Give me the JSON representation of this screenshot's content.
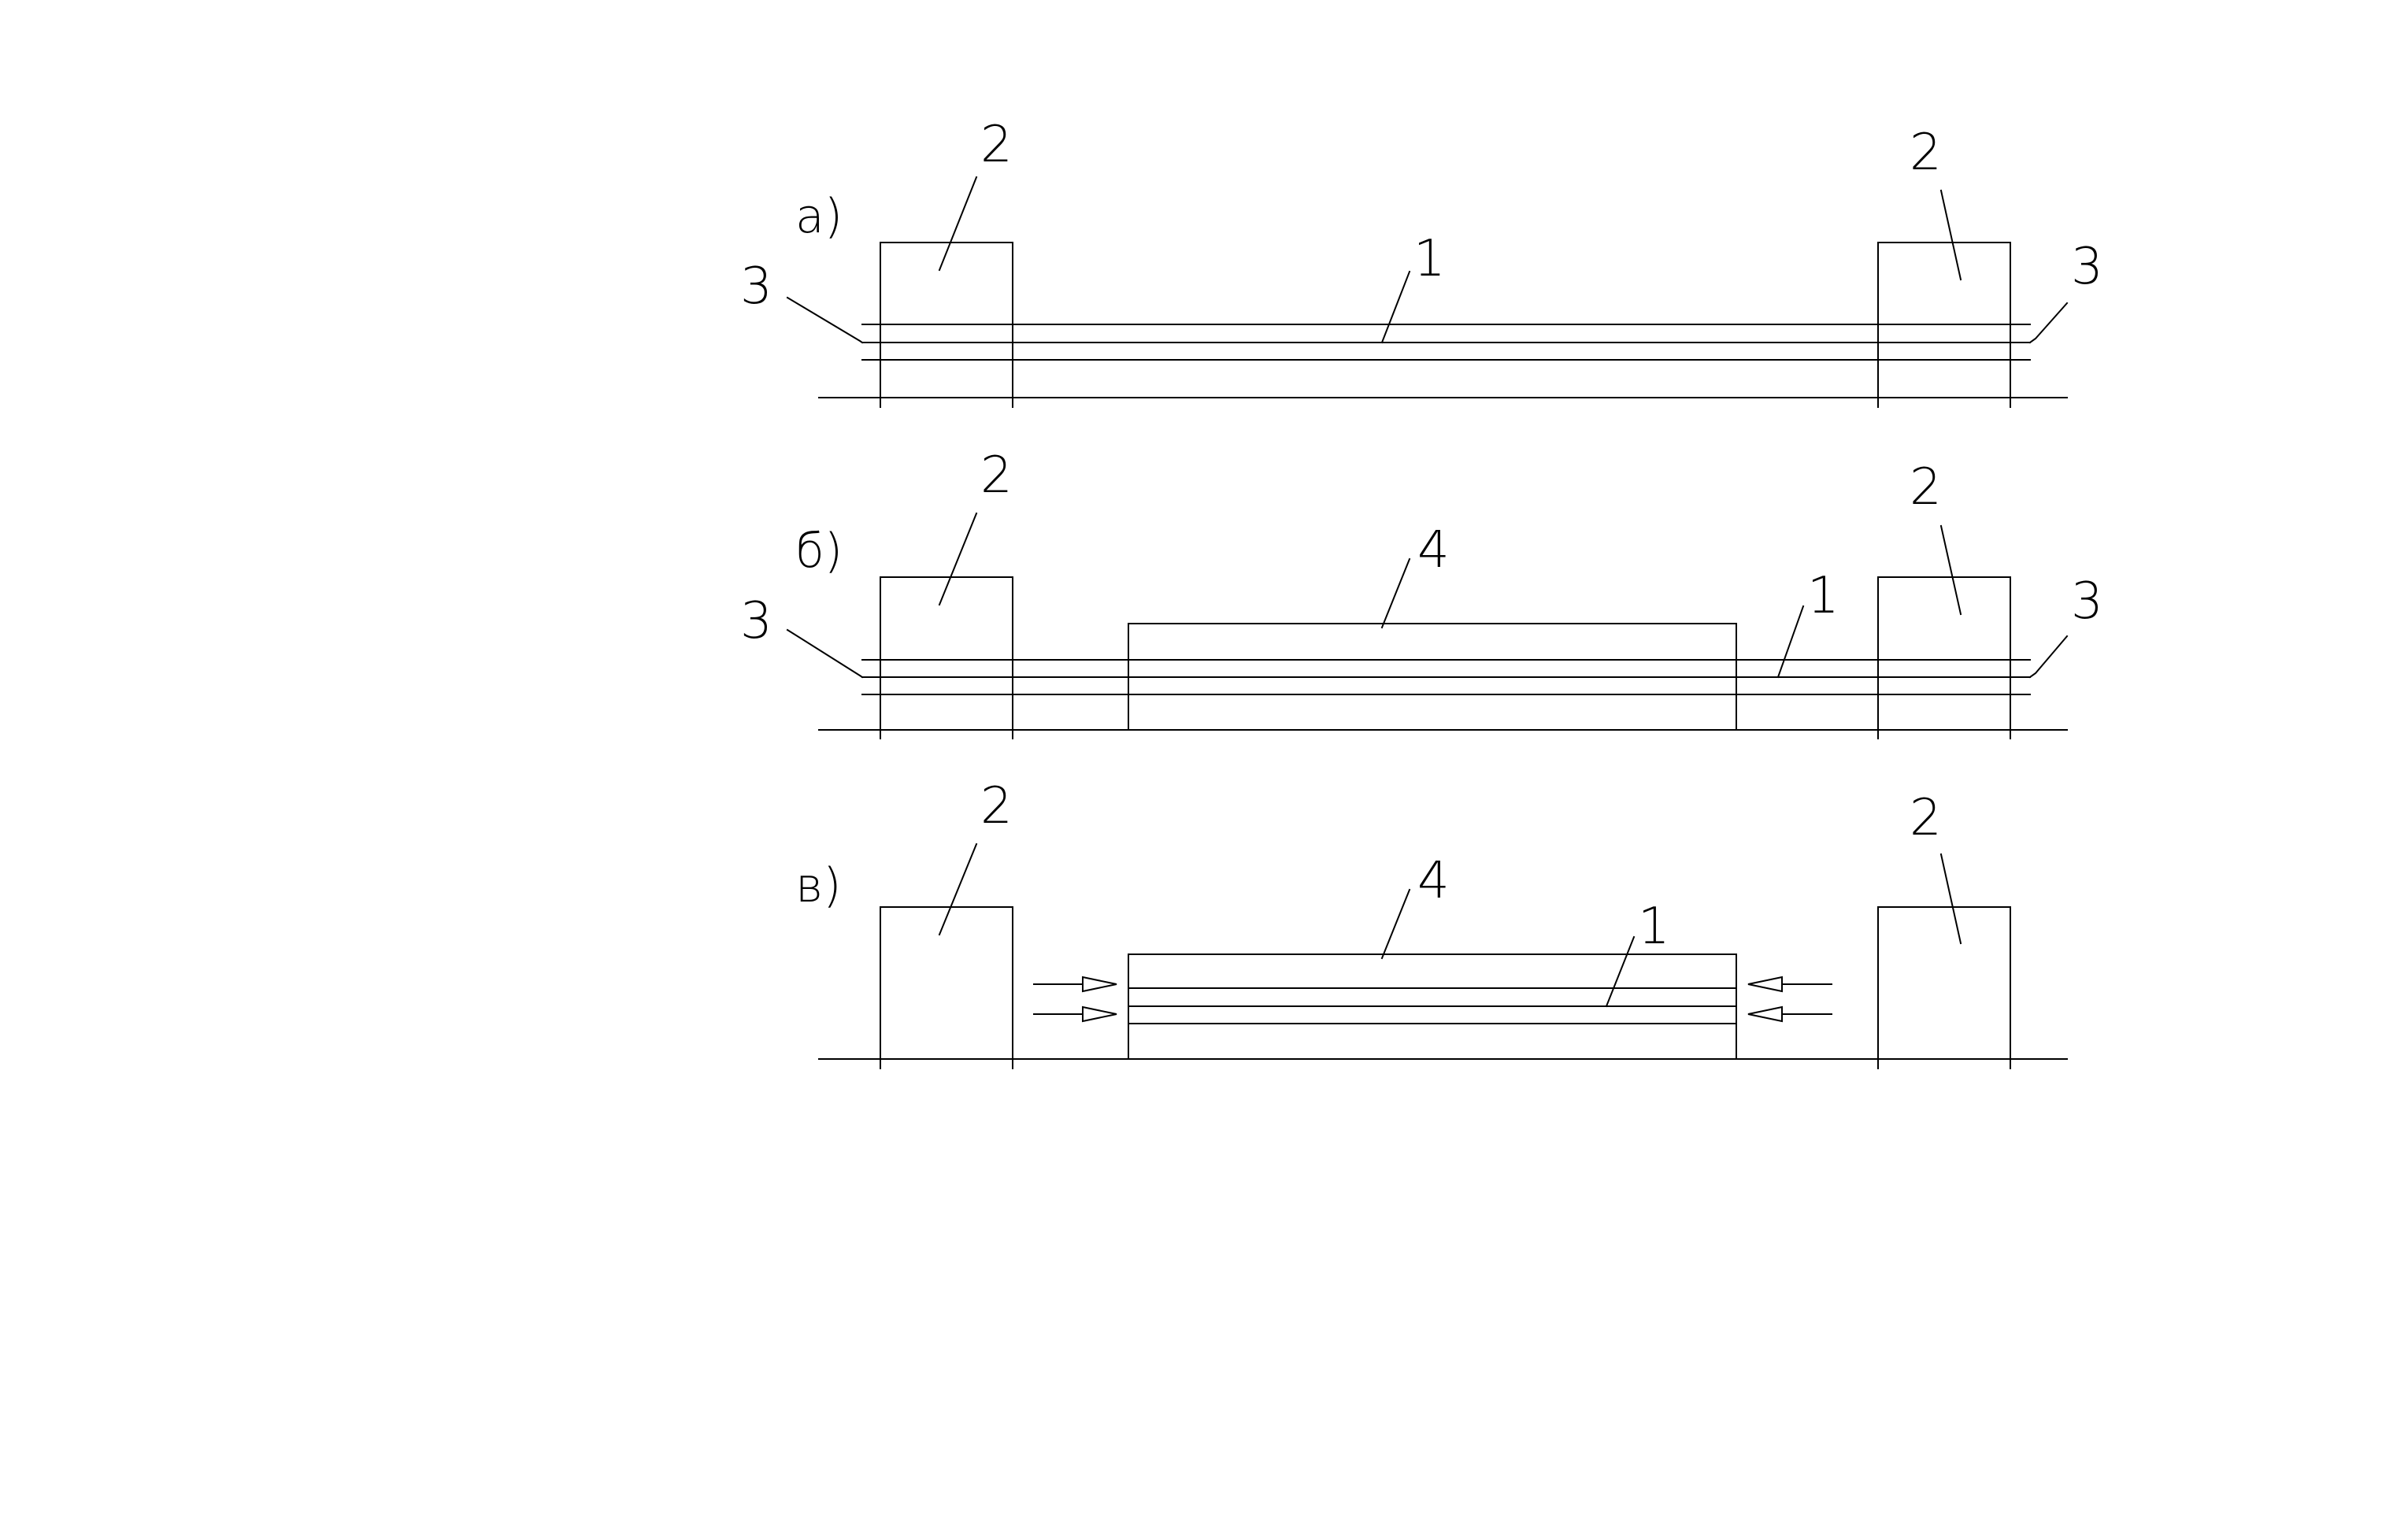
{
  "panels": [
    {
      "id": "a",
      "label": "а)",
      "callouts": {
        "blocks_left": "2",
        "blocks_right": "2",
        "tape": "1",
        "ends_left": "3",
        "ends_right": "3"
      }
    },
    {
      "id": "b",
      "label": "б)",
      "callouts": {
        "blocks_left": "2",
        "blocks_right": "2",
        "tape": "1",
        "plate": "4",
        "ends_left": "3",
        "ends_right": "3"
      }
    },
    {
      "id": "v",
      "label": "в)",
      "callouts": {
        "blocks_left": "2",
        "blocks_right": "2",
        "tape": "1",
        "plate": "4"
      }
    }
  ],
  "colors": {
    "line": "#000000",
    "background": "#ffffff"
  },
  "icons": [
    "arrow-right-icon",
    "arrow-left-icon"
  ]
}
